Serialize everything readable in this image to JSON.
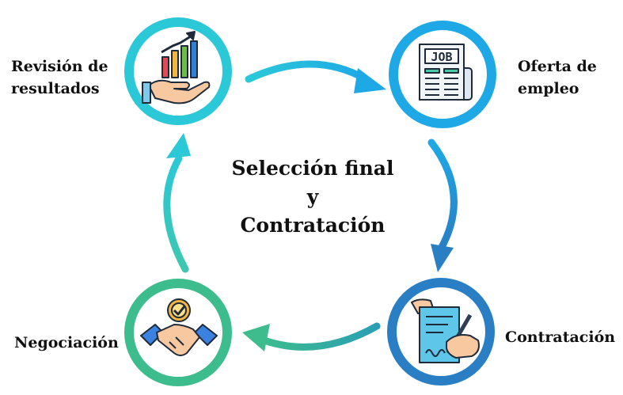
{
  "center_title": {
    "line1": "Selección final",
    "line2": "y",
    "line3": "Contratación"
  },
  "nodes": [
    {
      "id": "revision",
      "label_line1": "Revisión de",
      "label_line2": "resultados",
      "icon": "growth-chart-hand-icon",
      "ring_color": "#2bc8d8"
    },
    {
      "id": "oferta",
      "label_line1": "Oferta de",
      "label_line2": "empleo",
      "icon": "job-newspaper-icon",
      "ring_color": "#1ea9e6"
    },
    {
      "id": "contratacion",
      "label_line1": "Contratación",
      "icon": "contract-signing-icon",
      "ring_color": "#2a7fc4"
    },
    {
      "id": "negociacion",
      "label_line1": "Negociación",
      "icon": "handshake-icon",
      "ring_color": "#3dbd8d"
    }
  ],
  "icon_text": {
    "job": "JOB"
  },
  "colors": {
    "arrow_top": "#29b6e6",
    "arrow_right": "#2a84c8",
    "arrow_bottom": "#3dbd8d",
    "arrow_left": "#2bc8d8"
  }
}
